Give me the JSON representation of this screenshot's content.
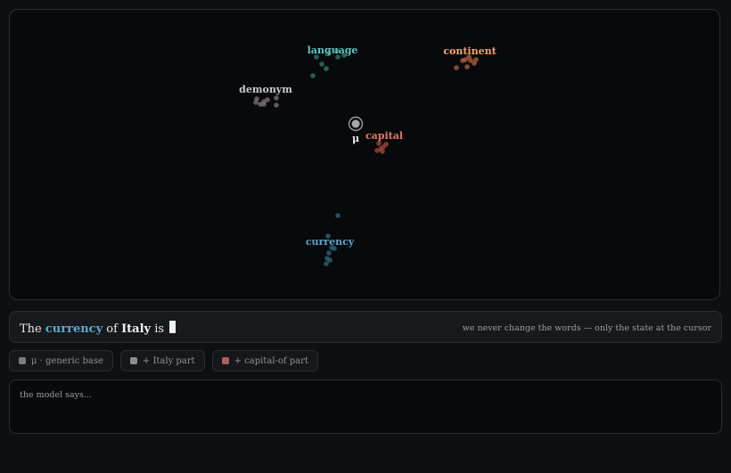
{
  "clusters": [
    {
      "label": "language",
      "color": "#5fc6c2",
      "dot_color": "#2f7f67",
      "points": [
        [
          355,
          64
        ],
        [
          361,
          72
        ],
        [
          351,
          85
        ],
        [
          369,
          60
        ],
        [
          379,
          64
        ],
        [
          386,
          62
        ],
        [
          366,
          77
        ],
        [
          378,
          57
        ]
      ]
    },
    {
      "label": "continent",
      "color": "#f3a569",
      "dot_color": "#b0643d",
      "points": [
        [
          526,
          64
        ],
        [
          532,
          71
        ],
        [
          522,
          67
        ],
        [
          528,
          68
        ],
        [
          524,
          75
        ],
        [
          512,
          76
        ],
        [
          534,
          67
        ],
        [
          519,
          68
        ]
      ]
    },
    {
      "label": "demonym",
      "color": "#c9c9c9",
      "dot_color": "#7c7480",
      "points": [
        [
          288,
          111
        ],
        [
          296,
          114
        ],
        [
          292,
          117
        ],
        [
          300,
          112
        ],
        [
          310,
          118
        ],
        [
          310,
          110
        ],
        [
          287,
          115
        ],
        [
          296,
          117
        ]
      ]
    },
    {
      "label": "capital",
      "color": "#e8776a",
      "dot_color": "#a34a3f",
      "points": [
        [
          425,
          161
        ],
        [
          430,
          165
        ],
        [
          423,
          169
        ],
        [
          429,
          170
        ],
        [
          433,
          162
        ],
        [
          427,
          167
        ]
      ]
    },
    {
      "label": "currency",
      "color": "#5aa8cf",
      "dot_color": "#2d6a7d",
      "points": [
        [
          379,
          242
        ],
        [
          368,
          265
        ],
        [
          372,
          278
        ],
        [
          369,
          284
        ],
        [
          367,
          290
        ],
        [
          366,
          296
        ],
        [
          370,
          292
        ],
        [
          375,
          279
        ]
      ]
    }
  ],
  "mu": {
    "label": "μ"
  },
  "prompt": {
    "w1": "The",
    "w2": "currency",
    "w3": "of",
    "w4": "Italy",
    "w5": "is",
    "note": "we never change the words — only the state at the cursor"
  },
  "chips": [
    {
      "label": "μ · generic base",
      "color": "#7a7d82"
    },
    {
      "label": "+ Italy part",
      "color": "#8a8d92"
    },
    {
      "label": "+ capital-of part",
      "color": "#b06060"
    }
  ],
  "output": {
    "placeholder": "the model says..."
  }
}
